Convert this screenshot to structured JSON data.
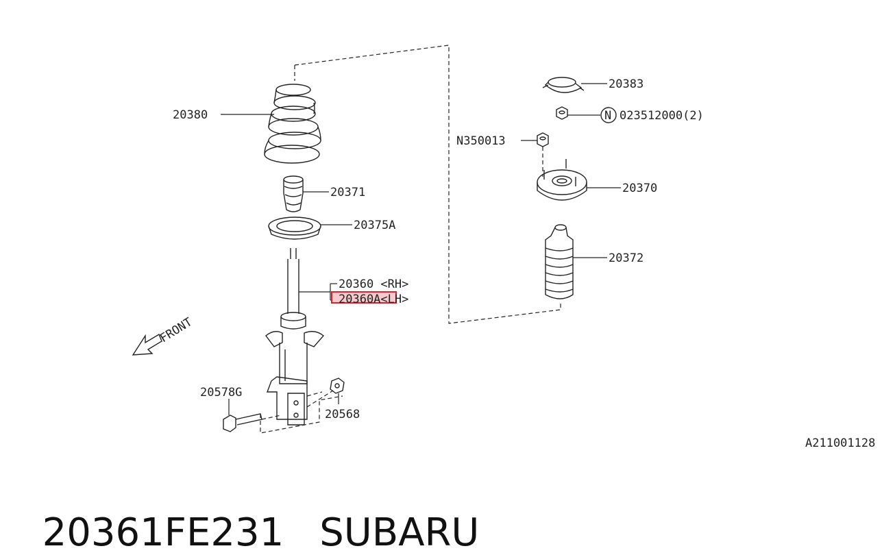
{
  "diagram": {
    "callouts": {
      "spring": "20380",
      "bump_stop": "20371",
      "spring_seat": "20375A",
      "strut_rh": "20360 <RH>",
      "strut_lh": "20360A<LH>",
      "cap": "20383",
      "nut_code": "023512000(2)",
      "nut_circled_letter": "N",
      "stud_nut": "N350013",
      "mount": "20370",
      "boot": "20372",
      "bolt": "20578G",
      "flange_nut": "20568"
    },
    "front_label": "FRONT",
    "reference_code": "A211001128",
    "highlight_color": "#e0202a"
  },
  "footer": {
    "part_number": "20361FE231",
    "brand": "SUBARU"
  }
}
